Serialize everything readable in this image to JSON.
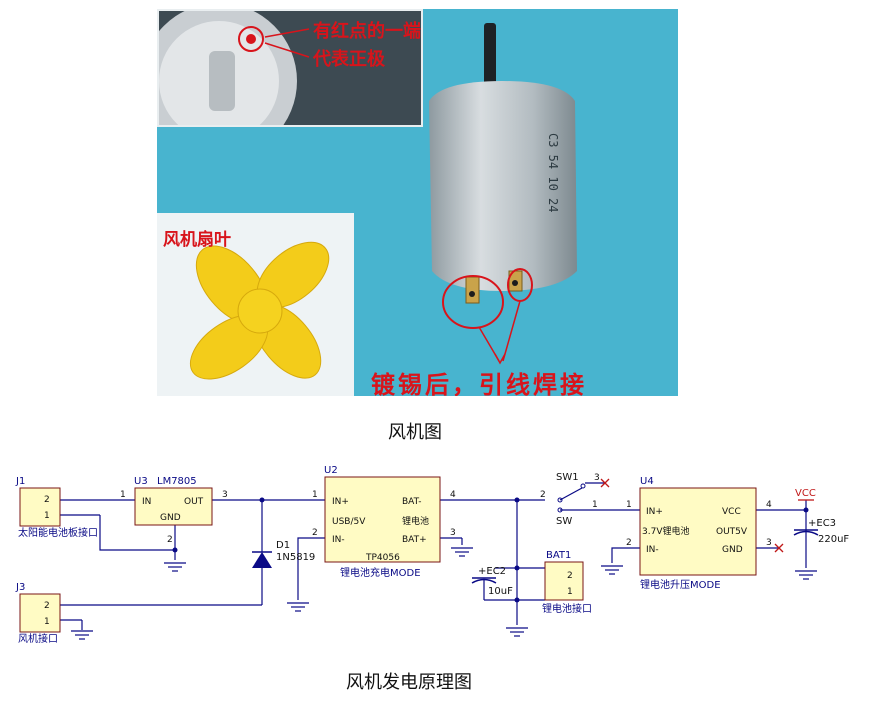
{
  "photo": {
    "inset_annotation_line1": "有红点的一端",
    "inset_annotation_line2": "代表正极",
    "fan_blade_label": "风机扇叶",
    "solder_note": "镀锡后，引线焊接",
    "motor_marking_1": "C3 54 10 24"
  },
  "captions": {
    "fan_figure": "风机图",
    "schematic": "风机发电原理图"
  },
  "schematic": {
    "j1": {
      "ref": "J1",
      "pin_a": "2",
      "pin_b": "1",
      "label": "太阳能电池板接口"
    },
    "j3": {
      "ref": "J3",
      "pin_a": "2",
      "pin_b": "1",
      "label": "风机接口"
    },
    "u3": {
      "ref": "U3",
      "part": "LM7805",
      "in": "IN",
      "out": "OUT",
      "gnd": "GND",
      "pin1": "1",
      "pin2": "2",
      "pin3": "3"
    },
    "d1": {
      "ref": "D1",
      "part": "1N5819"
    },
    "u2": {
      "ref": "U2",
      "part": "TP4056",
      "in_plus": "IN+",
      "usb": "USB/5V",
      "in_minus": "IN-",
      "bat_minus": "BAT-",
      "battery": "锂电池",
      "bat_plus": "BAT+",
      "pin1": "1",
      "pin2": "2",
      "pin3": "3",
      "pin4": "4",
      "label": "锂电池充电MODE"
    },
    "ec2": {
      "ref": "+EC2",
      "value": "10uF"
    },
    "sw1": {
      "ref": "SW1",
      "name": "SW",
      "pin1": "1",
      "pin2": "2",
      "pin3": "3"
    },
    "bat1": {
      "ref": "BAT1",
      "pin_a": "2",
      "pin_b": "1",
      "label": "锂电池接口"
    },
    "u4": {
      "ref": "U4",
      "in_plus": "IN+",
      "battery": "3.7V锂电池",
      "in_minus": "IN-",
      "vcc": "VCC",
      "out": "OUT5V",
      "gnd": "GND",
      "pin1": "1",
      "pin2": "2",
      "pin3": "3",
      "pin4": "4",
      "label": "锂电池升压MODE"
    },
    "vcc_label": "VCC",
    "ec3": {
      "ref": "+EC3",
      "value": "220uF"
    }
  },
  "colors": {
    "wire": "#0a0a86",
    "part": "#7a1414",
    "body": "#fffbc4",
    "net": "#c01818",
    "photo_bg": "#48b4cf",
    "note": "#d8141b"
  }
}
